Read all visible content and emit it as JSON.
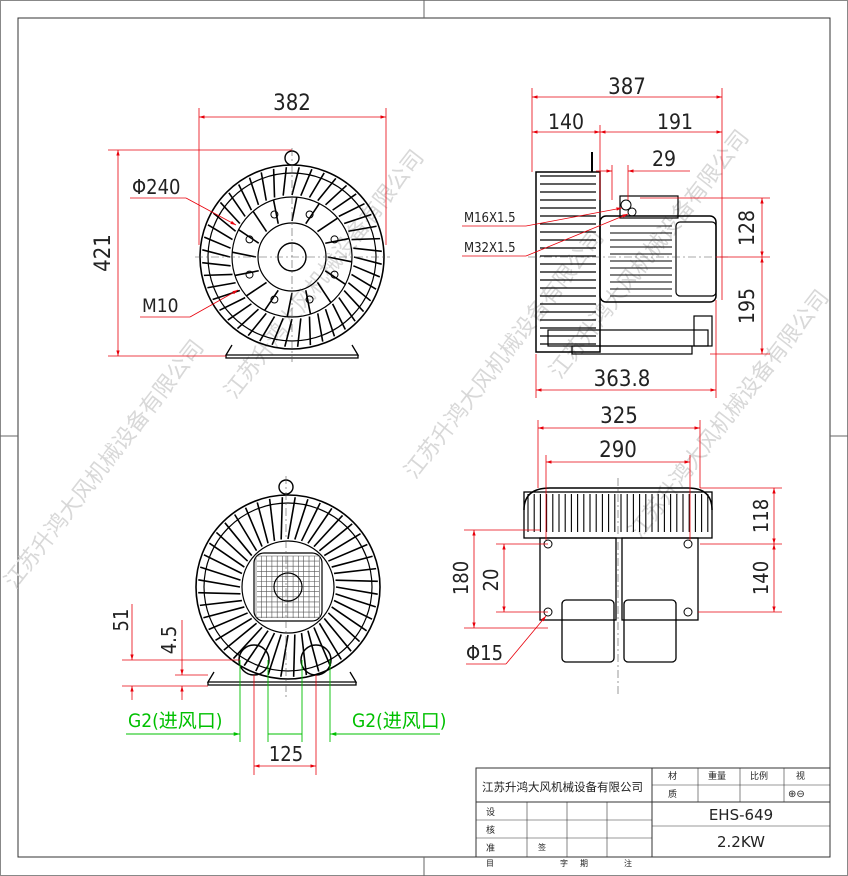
{
  "company": "江苏升鸿大风机械设备有限公司",
  "model": "EHS-649",
  "power": "2.2KW",
  "watermark": "江苏升鸿大风机械设备有限公司",
  "title_block": {
    "material": "材",
    "weight": "重量",
    "scale": "比例",
    "view": "视",
    "quality": "质",
    "symbol": "⊕⊖",
    "design": "设",
    "check": "核",
    "standard": "准",
    "footer": [
      "目",
      "签",
      "字",
      "期",
      "注"
    ]
  },
  "colors": {
    "dimension": "#e8000b",
    "inlet": "#00c000",
    "outline": "#000000",
    "frame": "#555555"
  },
  "front_view": {
    "width": "382",
    "height": "421",
    "diameter": "Φ240",
    "bolt": "M10"
  },
  "side_view": {
    "overall": "387",
    "left": "140",
    "right": "191",
    "offset": "29",
    "thread1": "M16X1.5",
    "thread2": "M32X1.5",
    "upper": "128",
    "lower": "195",
    "base": "363.8"
  },
  "rear_view": {
    "h51": "51",
    "h45": "4.5",
    "inlet_left": "G2(进风口)",
    "inlet_right": "G2(进风口)",
    "spacing": "125"
  },
  "base_view": {
    "outer": "325",
    "inner": "290",
    "right_top": "118",
    "right_bottom": "140",
    "left_outer": "180",
    "left_inner": "20",
    "hole": "Φ15"
  }
}
